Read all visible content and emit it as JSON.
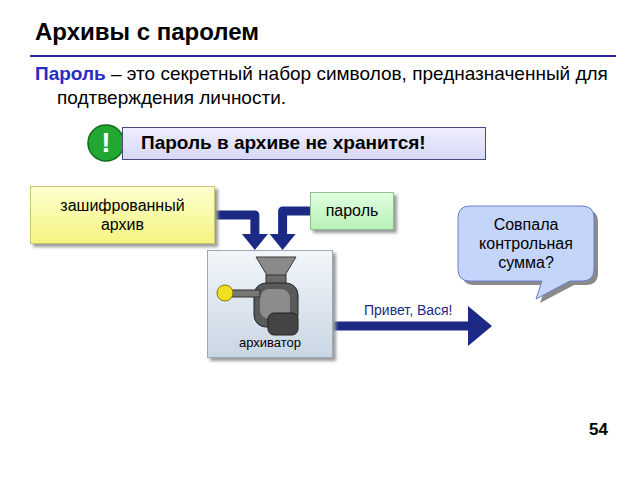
{
  "diagram": {
    "title": "Архивы с паролем",
    "nodes": [
      {
        "text": [
          "Пароль в архиве не хранится!"
        ]
      },
      {
        "text": [
          "зашифрованный архив"
        ]
      },
      {
        "text": [
          "пароль"
        ]
      },
      {
        "text": [
          "Совпала контрольная сумма?"
        ]
      },
      {
        "text": [
          "архиватор"
        ]
      }
    ],
    "edges": [
      {
        "from": 1,
        "to": 4,
        "arrow": "to"
      },
      {
        "from": 2,
        "to": 4,
        "arrow": "to"
      }
    ],
    "labels": [
      "Пароль",
      "– это секретный набор символов, предназначенный для подтверждения личности.",
      "!",
      "Привет, Вася!",
      "54"
    ]
  }
}
